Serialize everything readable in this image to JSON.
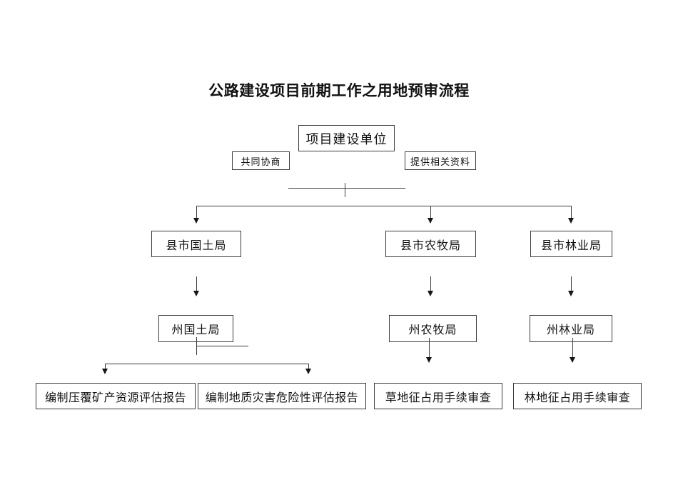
{
  "page": {
    "title": "公路建设项目前期工作之用地预审流程"
  },
  "flowchart": {
    "root": {
      "label": "项目建设单位"
    },
    "annotations": {
      "left": {
        "label": "共同协商"
      },
      "right": {
        "label": "提供相关资料"
      }
    },
    "level2": [
      {
        "label": "县市国土局"
      },
      {
        "label": "县市农牧局"
      },
      {
        "label": "县市林业局"
      }
    ],
    "level3": [
      {
        "label": "州国土局"
      },
      {
        "label": "州农牧局"
      },
      {
        "label": "州林业局"
      }
    ],
    "level4": [
      {
        "label": "编制压覆矿产资源评估报告"
      },
      {
        "label": "编制地质灾害危险性评估报告"
      },
      {
        "label": "草地征占用手续审查"
      },
      {
        "label": "林地征占用手续审查"
      }
    ],
    "colors": {
      "background": "#ffffff",
      "line": "#3d3d3d",
      "box_border": "#3b3b3b",
      "text": "#111111"
    }
  }
}
